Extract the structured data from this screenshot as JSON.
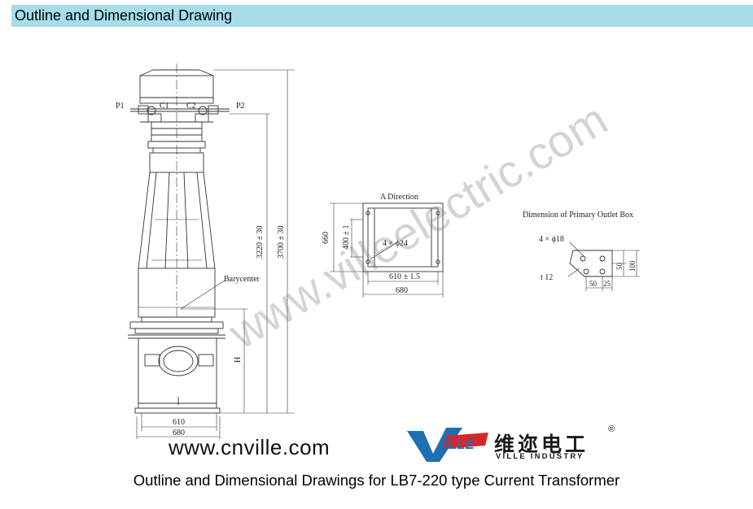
{
  "header": {
    "title": "Outline and Dimensional Drawing"
  },
  "main_view": {
    "terminal_p1": "P1",
    "terminal_c1": "C1",
    "terminal_c2": "C2",
    "terminal_p2": "P2",
    "barycenter_label": "Barycenter",
    "dim_height_top": "3220 ± 30",
    "dim_height_total": "3700 ± 30",
    "dim_h": "H",
    "dim_base_inner": "610",
    "dim_base_outer": "680"
  },
  "a_direction_view": {
    "title": "A  Direction",
    "dim_660": "660",
    "dim_400": "400 ± 1",
    "holes": "4 × ϕ24",
    "dim_610": "610 ± 1.5",
    "dim_680": "680"
  },
  "outlet_box_view": {
    "title": "Dimension  of  Primary  Outlet  Box",
    "holes": "4 × ϕ18",
    "thickness": "t  12",
    "dim_50_v": "50",
    "dim_100": "100",
    "dim_50_h": "50",
    "dim_25": "25"
  },
  "watermark": "www.villeelectric.com",
  "website": "www.cnville.com",
  "logo": {
    "cn": "维迩电工",
    "en": "VILLE INDUSTRY",
    "reg": "®"
  },
  "caption": "Outline and Dimensional Drawings for LB7-220 type Current Transformer",
  "colors": {
    "header_bg": "#a6dde9",
    "logo_blue": "#1e6fb4",
    "logo_red": "#d8262a"
  }
}
